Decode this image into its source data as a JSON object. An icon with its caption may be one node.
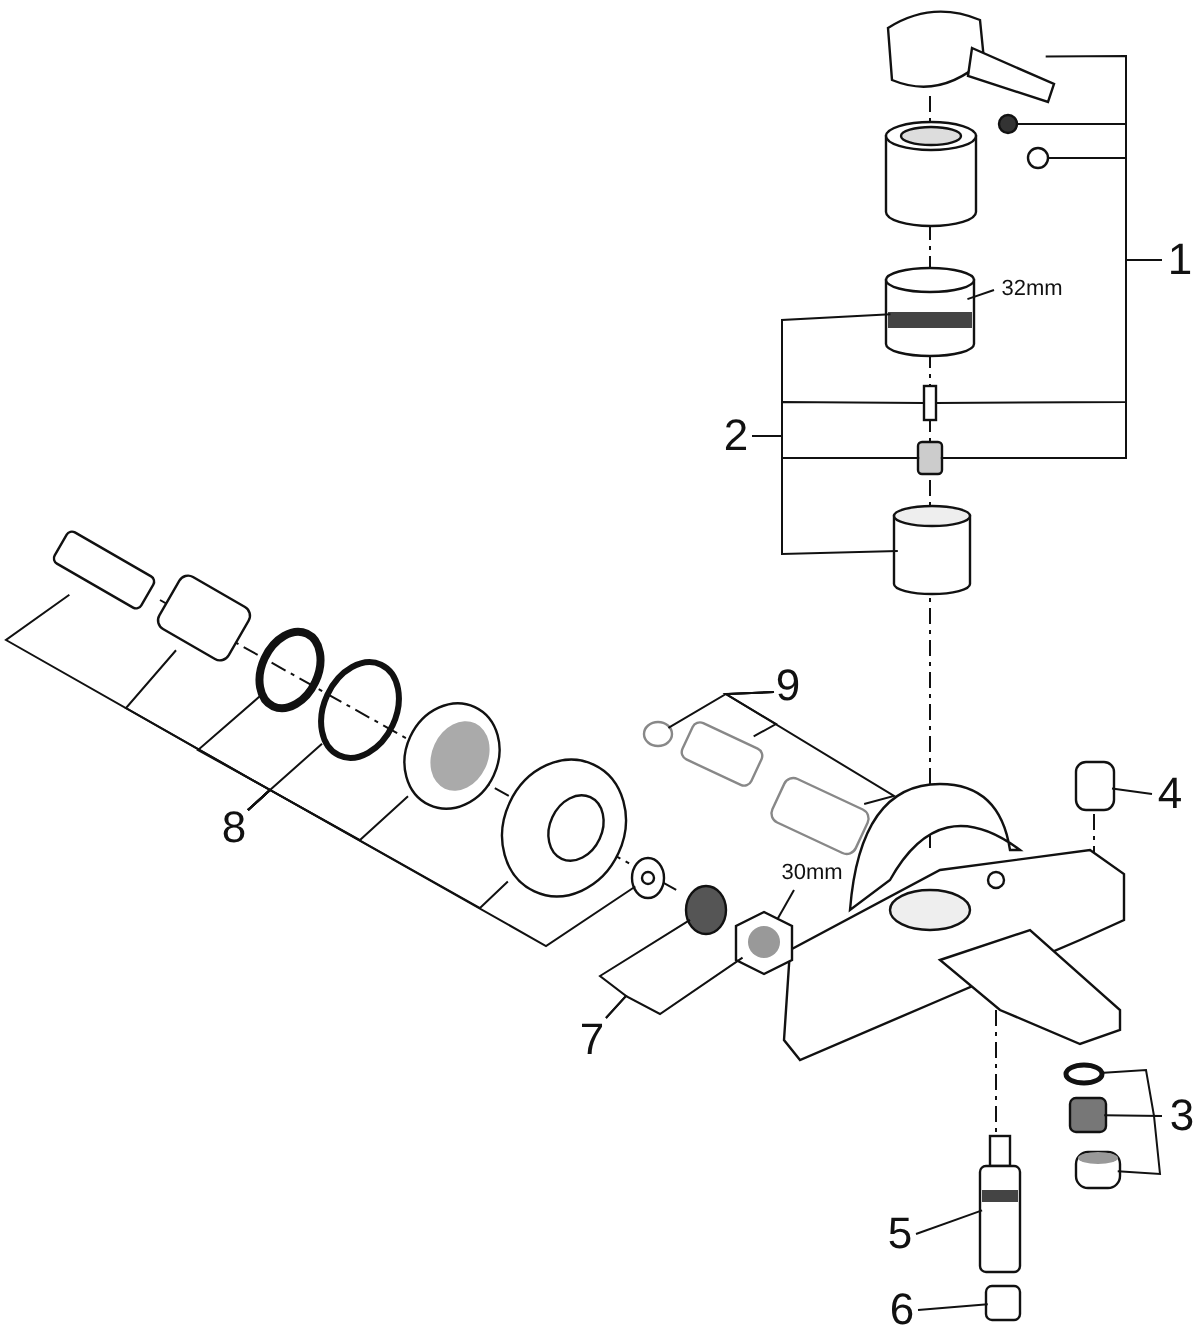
{
  "diagram": {
    "nodes": [
      {
        "text": [
          "1"
        ]
      },
      {
        "text": [
          "2"
        ]
      },
      {
        "text": [
          "3"
        ]
      },
      {
        "text": [
          "4"
        ]
      },
      {
        "text": [
          "5"
        ]
      },
      {
        "text": [
          "6"
        ]
      },
      {
        "text": [
          "7"
        ]
      },
      {
        "text": [
          "8"
        ]
      },
      {
        "text": [
          "9"
        ]
      },
      {
        "text": [
          "32mm"
        ]
      },
      {
        "text": [
          "30mm"
        ]
      },
      {
        "text": [],
        "shape": "picture"
      },
      {
        "text": [],
        "shape": "circle"
      },
      {
        "text": [],
        "shape": "circle"
      },
      {
        "text": [],
        "shape": "cylinder"
      },
      {
        "text": [],
        "shape": "box"
      },
      {
        "text": [],
        "shape": "box"
      },
      {
        "text": [],
        "shape": "cylinder"
      },
      {
        "text": [],
        "shape": "circle"
      },
      {
        "text": [],
        "shape": "box"
      },
      {
        "text": [],
        "shape": "cylinder"
      },
      {
        "text": [],
        "shape": "box"
      },
      {
        "text": [],
        "shape": "picture"
      },
      {
        "text": [],
        "shape": "box"
      },
      {
        "text": [],
        "shape": "circle"
      },
      {
        "text": [],
        "shape": "hexagon"
      },
      {
        "text": [],
        "shape": "box"
      },
      {
        "text": [],
        "shape": "box"
      },
      {
        "text": [],
        "shape": "circle"
      },
      {
        "text": [],
        "shape": "circle"
      },
      {
        "text": [],
        "shape": "circle"
      },
      {
        "text": [],
        "shape": "circle"
      },
      {
        "text": [],
        "shape": "circle"
      },
      {
        "text": [],
        "shape": "circle"
      },
      {
        "text": [],
        "shape": "box"
      },
      {
        "text": [],
        "shape": "box"
      }
    ],
    "edges": [
      {
        "from": 0,
        "to": 11,
        "arrow": "none"
      },
      {
        "from": 0,
        "to": 12,
        "arrow": "none"
      },
      {
        "from": 0,
        "to": 13,
        "arrow": "none"
      },
      {
        "from": 0,
        "to": 15,
        "arrow": "none"
      },
      {
        "from": 0,
        "to": 16,
        "arrow": "none"
      },
      {
        "from": 1,
        "to": 14,
        "arrow": "none"
      },
      {
        "from": 1,
        "to": 15,
        "arrow": "none"
      },
      {
        "from": 1,
        "to": 16,
        "arrow": "none"
      },
      {
        "from": 1,
        "to": 17,
        "arrow": "none"
      },
      {
        "from": 2,
        "to": 18,
        "arrow": "none"
      },
      {
        "from": 2,
        "to": 19,
        "arrow": "none"
      },
      {
        "from": 2,
        "to": 20,
        "arrow": "none"
      },
      {
        "from": 3,
        "to": 21,
        "arrow": "none"
      },
      {
        "from": 4,
        "to": 22,
        "arrow": "none"
      },
      {
        "from": 5,
        "to": 23,
        "arrow": "none"
      },
      {
        "from": 6,
        "to": 24,
        "arrow": "none"
      },
      {
        "from": 6,
        "to": 25,
        "arrow": "none"
      },
      {
        "from": 7,
        "to": 26,
        "arrow": "none"
      },
      {
        "from": 7,
        "to": 27,
        "arrow": "none"
      },
      {
        "from": 7,
        "to": 28,
        "arrow": "none"
      },
      {
        "from": 7,
        "to": 29,
        "arrow": "none"
      },
      {
        "from": 7,
        "to": 30,
        "arrow": "none"
      },
      {
        "from": 7,
        "to": 31,
        "arrow": "none"
      },
      {
        "from": 7,
        "to": 32,
        "arrow": "none"
      },
      {
        "from": 8,
        "to": 33,
        "arrow": "none"
      },
      {
        "from": 8,
        "to": 34,
        "arrow": "none"
      },
      {
        "from": 8,
        "to": 35,
        "arrow": "none"
      },
      {
        "from": 9,
        "to": 14,
        "arrow": "none"
      },
      {
        "from": 10,
        "to": 25,
        "arrow": "none"
      }
    ]
  }
}
